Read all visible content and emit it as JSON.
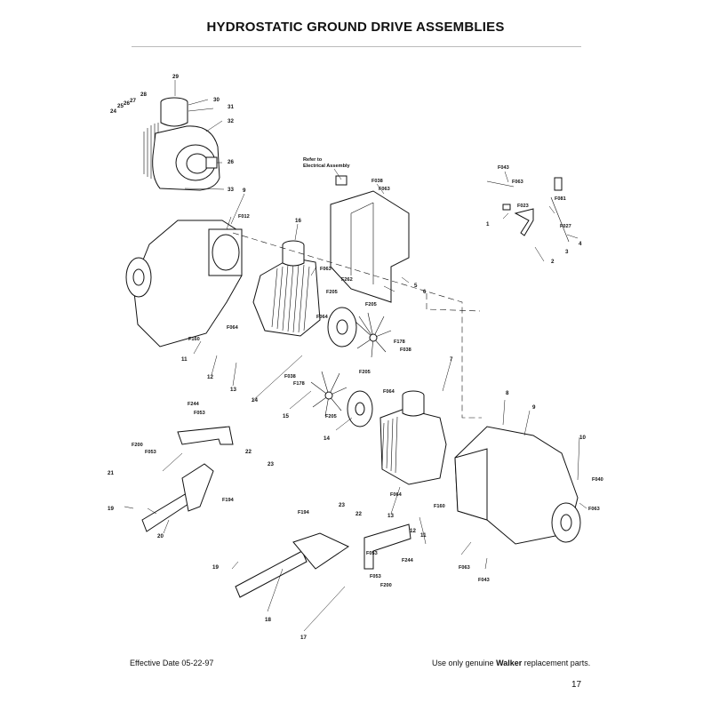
{
  "title": "HYDROSTATIC GROUND DRIVE ASSEMBLIES",
  "note": [
    "Refer to",
    "Electrical Assembly"
  ],
  "footer": {
    "effective_date": "Effective Date 05-22-97",
    "replacement_prefix": "Use only genuine ",
    "brand": "Walker",
    "replacement_suffix": " replacement parts.",
    "page_number": "17"
  },
  "labels": {
    "c29": "29",
    "c30": "30",
    "c31": "31",
    "c32": "32",
    "c28": "28",
    "c27": "27",
    "c26a": "26",
    "c25": "25",
    "c24": "24",
    "c26b": "26",
    "c33": "33",
    "l9a": "9",
    "lF012": "F012",
    "l16": "16",
    "lrefer1": "Refer to",
    "lrefer2": "Electrical Assembly",
    "lF038a": "F038",
    "lF063a": "F063",
    "lF063b": "F063",
    "lF262": "F262",
    "lF205a": "F205",
    "lF205b": "F205",
    "l5": "5",
    "l6": "6",
    "lF064a": "F064",
    "lF160a": "F160",
    "lF064b": "F064",
    "l11a": "11",
    "l12a": "12",
    "l13a": "13",
    "l14a": "14",
    "lF178a": "F178",
    "lF038b": "F038",
    "lF043a": "F043",
    "lF063c": "F063",
    "lF023": "F023",
    "lF081": "F081",
    "lF027": "F027",
    "l1": "1",
    "l2": "2",
    "l3": "3",
    "l4": "4",
    "l7": "7",
    "lF205c": "F205",
    "lF038c": "F038",
    "lF178b": "F178",
    "lF064c": "F064",
    "l15": "15",
    "lF205d": "F205",
    "l14b": "14",
    "l8": "8",
    "l9b": "9",
    "l10": "10",
    "lF040": "F040",
    "lF063d": "F063",
    "lF244a": "F244",
    "lF053a": "F053",
    "lF200a": "F200",
    "lF053b": "F053",
    "l21": "21",
    "l22a": "22",
    "l23a": "23",
    "lF194a": "F194",
    "l19a": "19",
    "l20": "20",
    "lF064d": "F064",
    "lF160b": "F160",
    "l13b": "13",
    "l12b": "12",
    "l11b": "11",
    "lF063e": "F063",
    "lF043b": "F043",
    "lF194b": "F194",
    "l23b": "23",
    "l22b": "22",
    "lF053c": "F053",
    "lF244b": "F244",
    "lF053d": "F053",
    "lF200b": "F200",
    "l19b": "19",
    "l18": "18",
    "l17": "17"
  }
}
